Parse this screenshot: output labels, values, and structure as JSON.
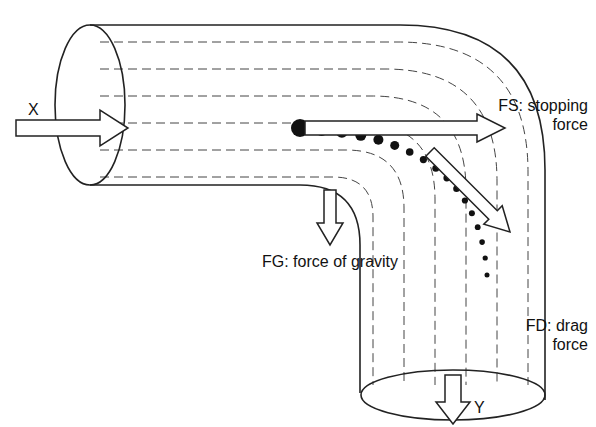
{
  "diagram": {
    "labels": [
      "X",
      "FS: stopping force",
      "FG: force of gravity",
      "FD: drag force",
      "Y"
    ]
  }
}
